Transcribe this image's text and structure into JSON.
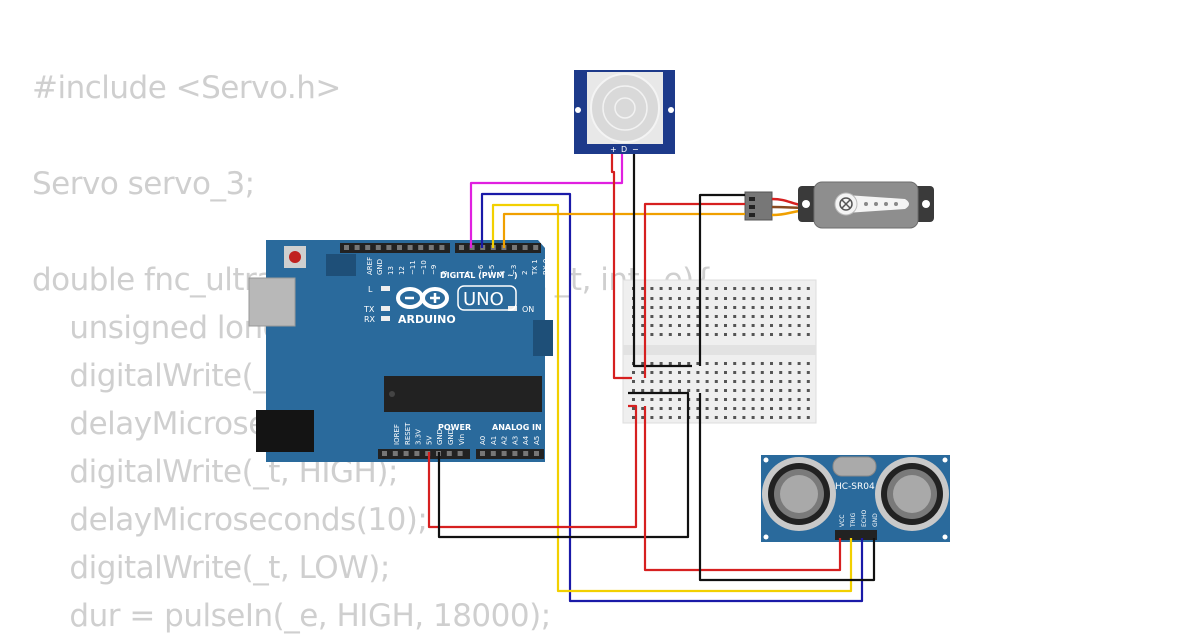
{
  "code": {
    "lines": [
      "#include <Servo.h>",
      "",
      "Servo servo_3;",
      "",
      "double fnc_ultrasonic_distance(int _t, int _e){",
      "    unsigned long dur=0;",
      "    digitalWrite(_t, LOW);",
      "    delayMicroseconds(5);",
      "    digitalWrite(_t, HIGH);",
      "    delayMicroseconds(10);",
      "    digitalWrite(_t, LOW);",
      "    dur = pulseIn(_e, HIGH, 18000);"
    ]
  },
  "arduino": {
    "brand": "ARDUINO",
    "model": "UNO",
    "digital_header": "DIGITAL (PWM ~)",
    "power_header": "POWER",
    "analog_header": "ANALOG IN",
    "on_label": "ON",
    "led_labels": [
      "L",
      "TX",
      "RX"
    ],
    "digital_pins": [
      "AREF",
      "GND",
      "13",
      "12",
      "~11",
      "~10",
      "~9",
      "8",
      "7",
      "~6",
      "~5",
      "4",
      "~3",
      "2",
      "TX 1",
      "RX 0"
    ],
    "power_pins": [
      "IOREF",
      "RESET",
      "3.3V",
      "5V",
      "GND",
      "GND",
      "Vin"
    ],
    "analog_pins": [
      "A0",
      "A1",
      "A2",
      "A3",
      "A4",
      "A5"
    ]
  },
  "pir": {
    "pins": [
      "+",
      "D",
      "−"
    ]
  },
  "ultrasonic": {
    "label": "HC-SR04",
    "pins": [
      "VCC",
      "TRIG",
      "ECHO",
      "GND"
    ]
  },
  "colors": {
    "board": "#2a6a9c",
    "red": "#d62020",
    "black": "#111111",
    "orange": "#f0a000",
    "yellow": "#f2d000",
    "blue": "#1a1aa8",
    "magenta": "#e020e0",
    "breadboard": "#efefef"
  }
}
